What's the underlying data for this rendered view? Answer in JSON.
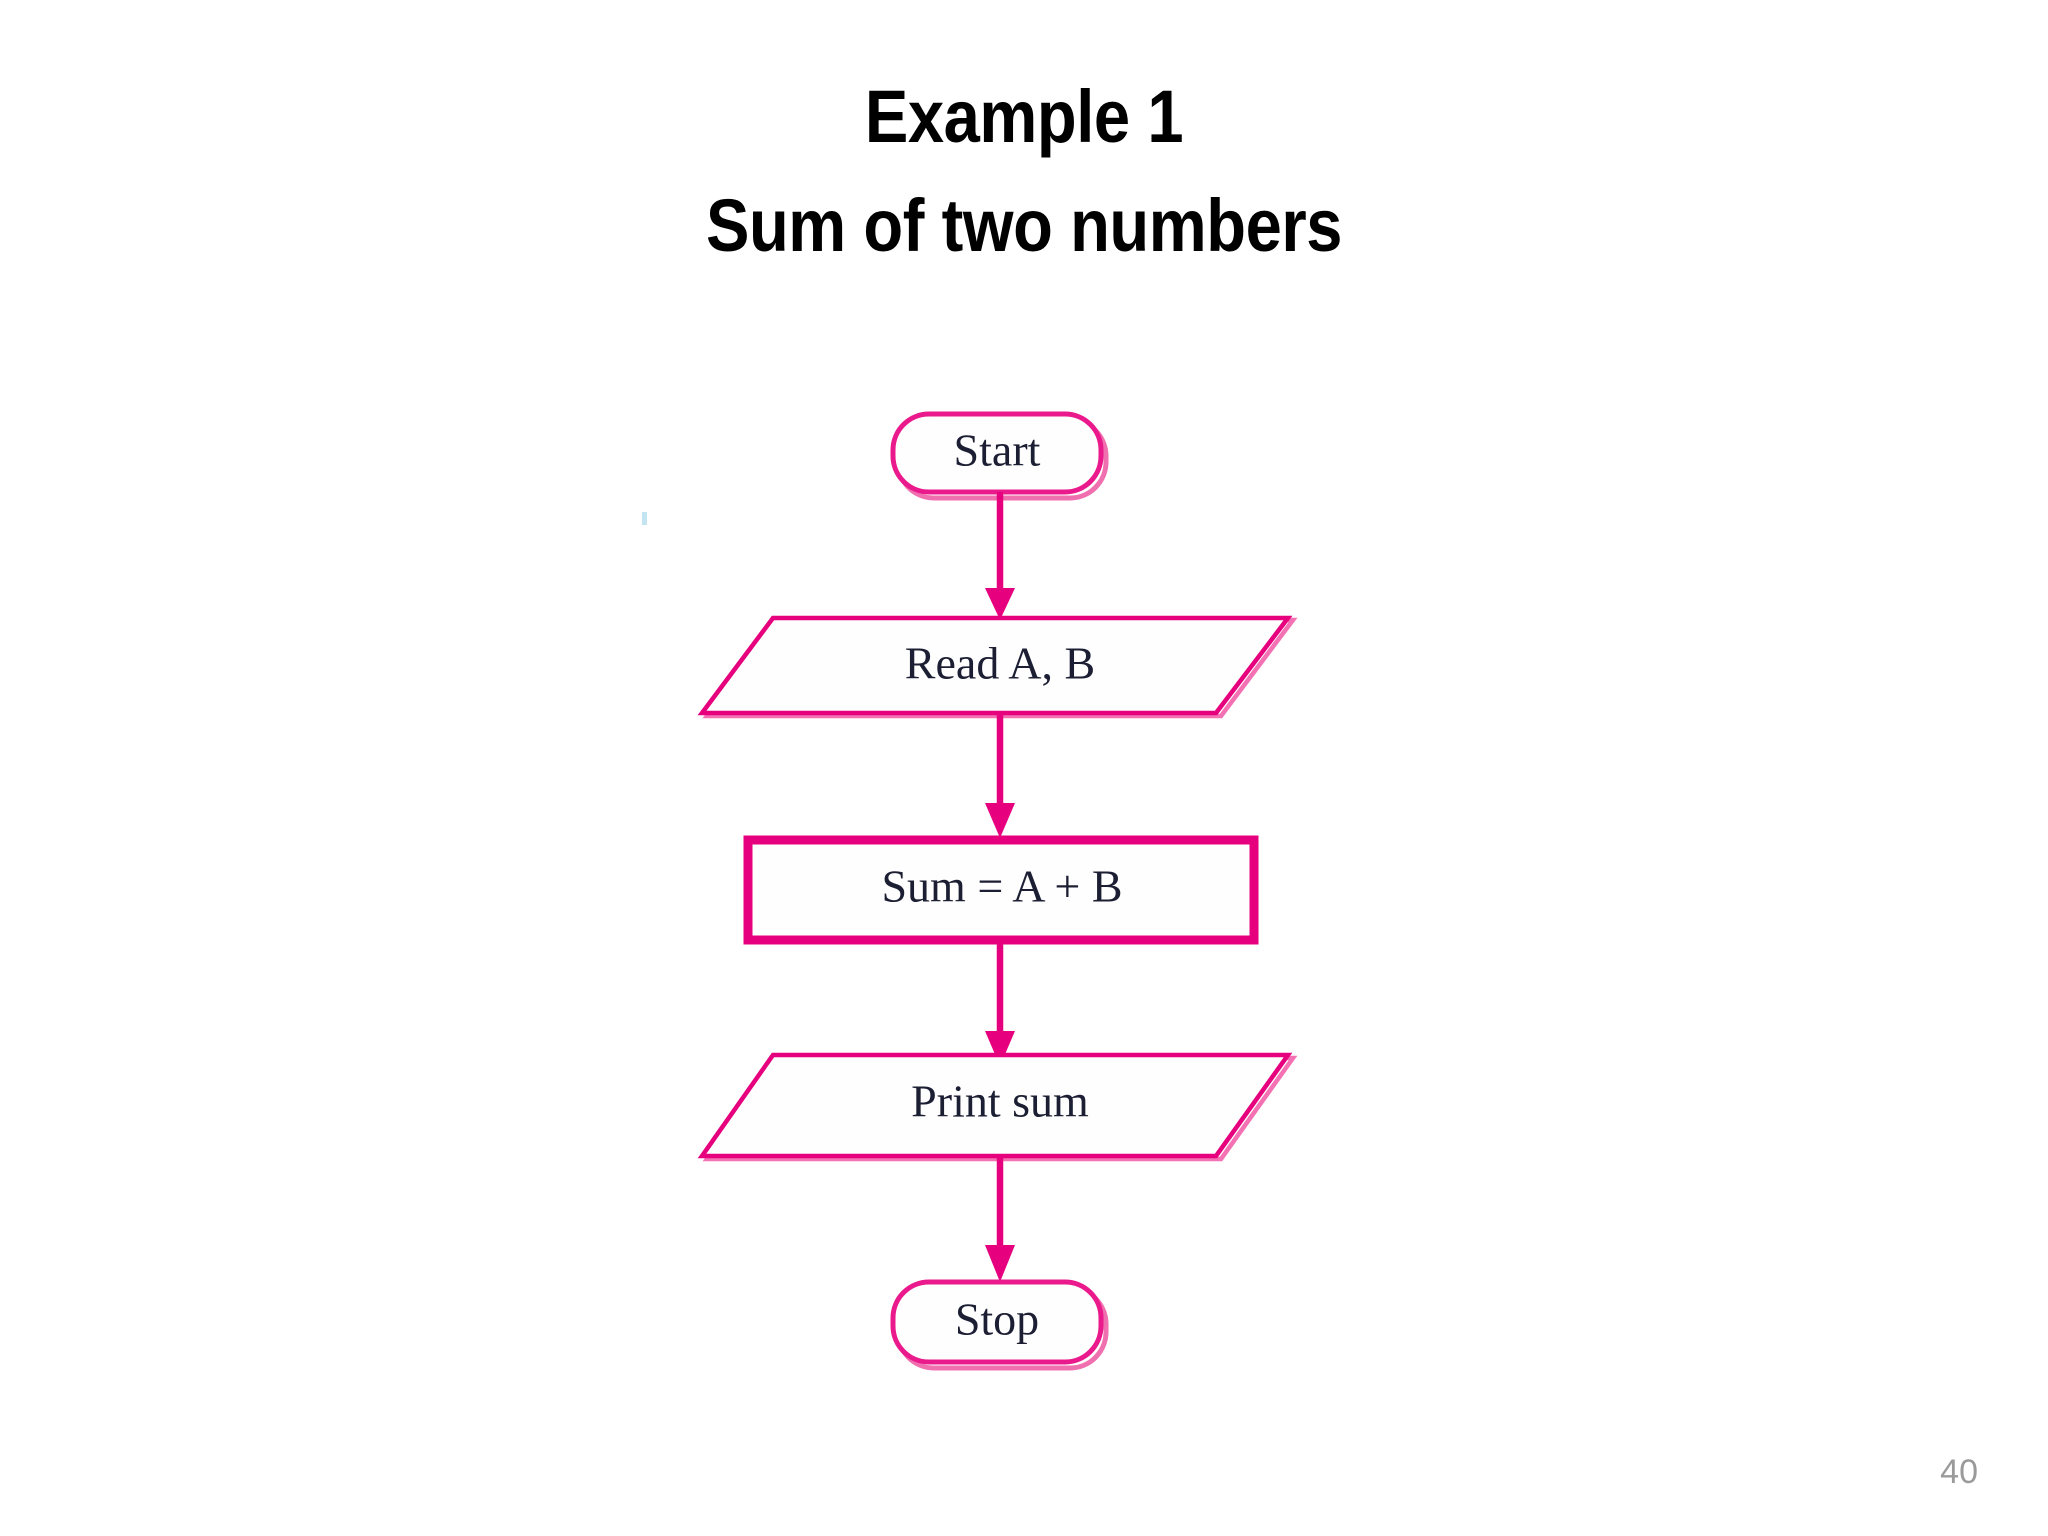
{
  "slide": {
    "title_line_1": "Example 1",
    "title_line_2": "Sum of two numbers",
    "page_number": "40",
    "background_color": "#ffffff",
    "title_color": "#000000",
    "page_number_color": "#9a9a9a"
  },
  "flowchart": {
    "accent_color": "#e6007e",
    "text_color": "#1c1f33",
    "shape_fill": "#fefefe",
    "nodes": [
      {
        "id": "start",
        "label": "Start",
        "shape": "terminal"
      },
      {
        "id": "read",
        "label": "Read A, B",
        "shape": "parallelogram"
      },
      {
        "id": "compute",
        "label": "Sum = A + B",
        "shape": "rectangle"
      },
      {
        "id": "print",
        "label": "Print sum",
        "shape": "parallelogram"
      },
      {
        "id": "stop",
        "label": "Stop",
        "shape": "terminal"
      }
    ],
    "edges": [
      {
        "from": "start",
        "to": "read"
      },
      {
        "from": "read",
        "to": "compute"
      },
      {
        "from": "compute",
        "to": "print"
      },
      {
        "from": "print",
        "to": "stop"
      }
    ]
  }
}
